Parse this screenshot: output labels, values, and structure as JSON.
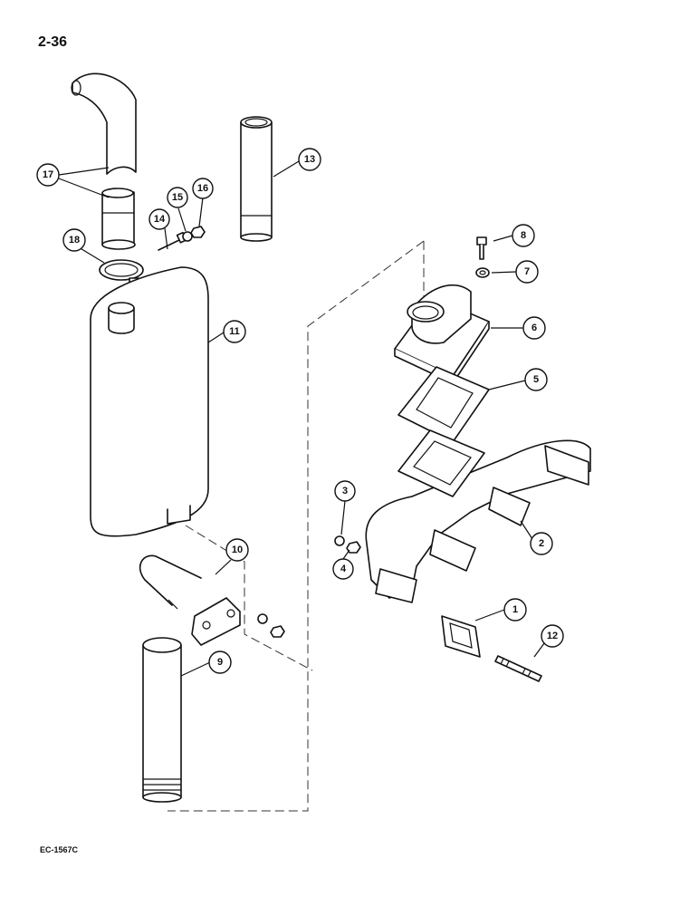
{
  "page": {
    "number": "2-36",
    "figure_code": "EC-1567C"
  },
  "callouts": [
    {
      "label": "1",
      "part": "manifold-gasket"
    },
    {
      "label": "2",
      "part": "exhaust-manifold"
    },
    {
      "label": "3",
      "part": "lock-washer"
    },
    {
      "label": "4",
      "part": "nut"
    },
    {
      "label": "5",
      "part": "outlet-gasket"
    },
    {
      "label": "6",
      "part": "elbow-outlet"
    },
    {
      "label": "7",
      "part": "lock-washer"
    },
    {
      "label": "8",
      "part": "bolt"
    },
    {
      "label": "9",
      "part": "lower-exhaust-pipe"
    },
    {
      "label": "10",
      "part": "u-bolt-clamp-set"
    },
    {
      "label": "11",
      "part": "muffler"
    },
    {
      "label": "12",
      "part": "stud"
    },
    {
      "label": "13",
      "part": "extension-pipe"
    },
    {
      "label": "14",
      "part": "clamp-bolt"
    },
    {
      "label": "15",
      "part": "lock-washer"
    },
    {
      "label": "16",
      "part": "nut"
    },
    {
      "label": "17",
      "part": "exhaust-stack"
    },
    {
      "label": "18",
      "part": "muffler-clamp"
    }
  ]
}
